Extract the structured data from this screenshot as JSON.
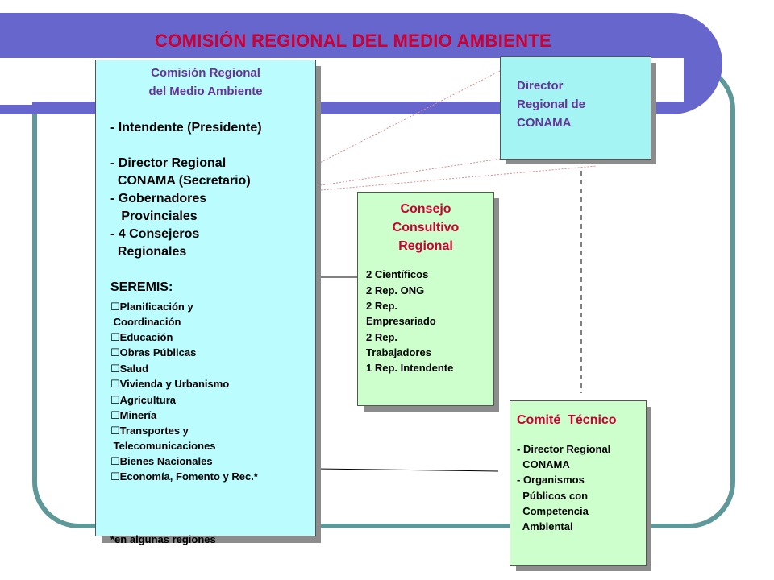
{
  "title": "COMISIÓN  REGIONAL DEL MEDIO AMBIENTE",
  "comision": {
    "heading": [
      "Comisión Regional",
      "del Medio Ambiente"
    ],
    "members": [
      "- Intendente (Presidente)",
      "- Director Regional",
      "  CONAMA (Secretario)",
      "- Gobernadores",
      "   Provinciales",
      "- 4 Consejeros",
      "  Regionales"
    ],
    "seremis_heading": "SEREMIS:",
    "seremis": [
      "Planificación y",
      " Coordinación",
      "Educación",
      "Obras Públicas",
      "Salud",
      "Vivienda y Urbanismo",
      "Agricultura",
      "Minería",
      "Transportes y",
      " Telecomunicaciones",
      "Bienes Nacionales",
      "Economía, Fomento y Rec.*"
    ],
    "footnote": "*en algunas regiones"
  },
  "director": {
    "lines": [
      "Director",
      "Regional de",
      "CONAMA"
    ]
  },
  "consejo": {
    "heading": [
      "Consejo",
      "Consultivo",
      "Regional"
    ],
    "lines": [
      "2 Científicos",
      "2 Rep. ONG",
      "2 Rep.",
      "Empresariado",
      "2 Rep.",
      "Trabajadores",
      "1 Rep. Intendente"
    ]
  },
  "comite": {
    "heading": "Comité  Técnico",
    "lines": [
      "- Director Regional",
      "  CONAMA",
      "- Organismos",
      "  Públicos con",
      "  Competencia",
      "  Ambiental"
    ]
  },
  "colors": {
    "header_band": "#6666cc",
    "frame": "#5f9898",
    "title": "#cc0033",
    "comision_box": "#bbfcff",
    "director_box": "#a4f4f4",
    "consejo_box": "#ccffcc",
    "comite_box": "#ccffcc"
  }
}
